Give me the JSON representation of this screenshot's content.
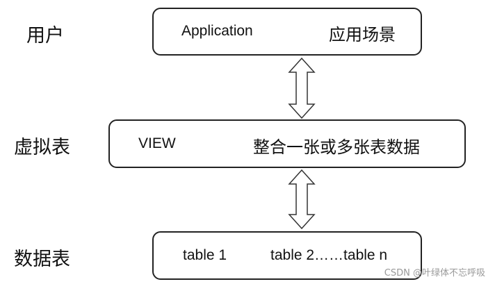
{
  "rows": [
    {
      "label": "用户",
      "left_text": "Application",
      "right_text": "应用场景"
    },
    {
      "label": "虚拟表",
      "left_text": "VIEW",
      "right_text": "整合一张或多张表数据"
    },
    {
      "label": "数据表",
      "left_text": "table 1",
      "right_text": "table 2……table n"
    }
  ],
  "watermark": "CSDN @叶绿体不忘呼吸"
}
